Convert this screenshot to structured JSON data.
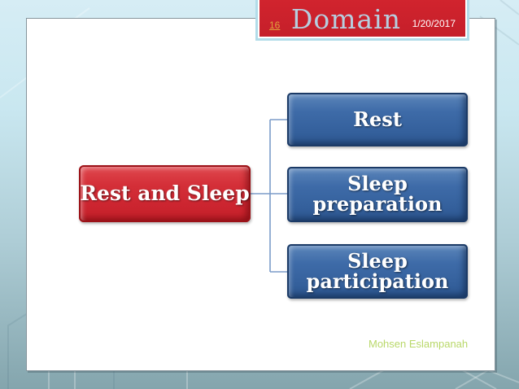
{
  "header": {
    "slide_number": "16",
    "title": "Domain",
    "date": "1/20/2017"
  },
  "diagram": {
    "type": "hierarchy",
    "root": {
      "label": "Rest and Sleep"
    },
    "children": [
      {
        "label": "Rest"
      },
      {
        "label": "Sleep preparation"
      },
      {
        "label": "Sleep participation"
      }
    ]
  },
  "footer": {
    "author": "Mohsen Eslampanah"
  },
  "colors": {
    "header_red": "#d2242e",
    "root_red": "#cc2530",
    "child_blue": "#35619d",
    "connector": "#7b9cc9",
    "title_blue": "#b6cedf",
    "slide_number_orange": "#e0a23c",
    "date_white": "#ffffff",
    "author_green": "#b9d86a"
  }
}
